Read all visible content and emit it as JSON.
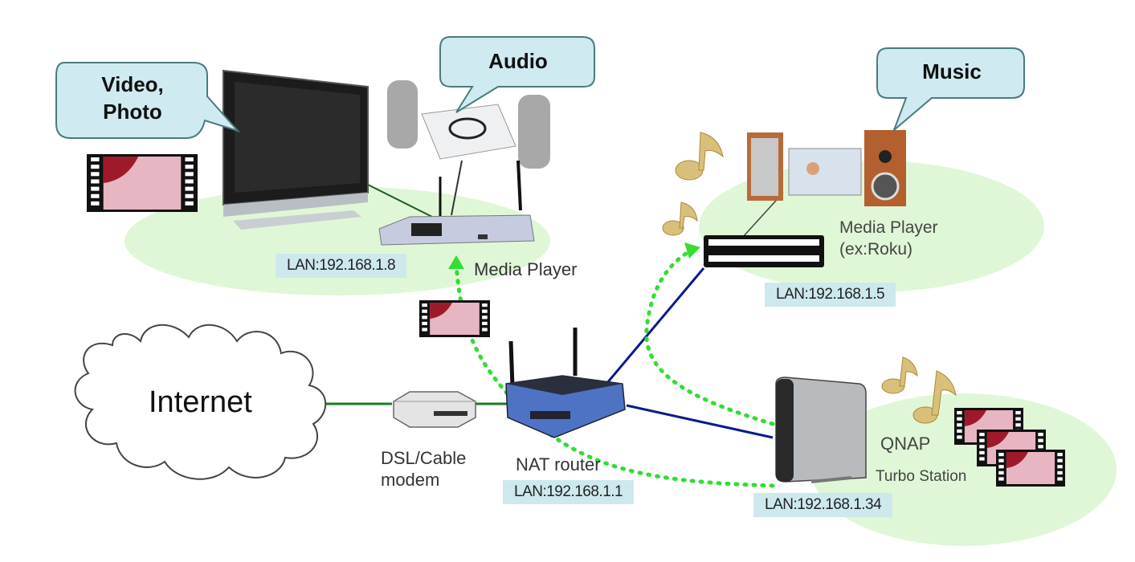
{
  "diagram": {
    "title": "Home media network",
    "colors": {
      "zone_fill": "#dff7d6",
      "bubble_fill": "#cfeaf0",
      "bubble_stroke": "#4a7a80",
      "wired_link_green": "#1e7a1e",
      "wired_link_blue": "#0a1a8c",
      "stream_dotted": "#33dd33",
      "lan_label_bg": "#cde9ee"
    },
    "bubbles": {
      "video": {
        "line1": "Video,",
        "line2": "Photo"
      },
      "audio": "Audio",
      "music": "Music"
    },
    "nodes": {
      "internet": {
        "label": "Internet",
        "icon": "cloud-icon"
      },
      "modem": {
        "label_line1": "DSL/Cable",
        "label_line2": "modem",
        "icon": "modem-icon"
      },
      "router": {
        "label": "NAT router",
        "lan": "LAN:192.168.1.1",
        "icon": "wireless-router-icon"
      },
      "media_player_1": {
        "label": "Media Player",
        "lan": "LAN:192.168.1.8",
        "icon": "media-player-icon"
      },
      "media_player_2": {
        "label_line1": "Media Player",
        "label_line2": "(ex:Roku)",
        "lan": "LAN:192.168.1.5",
        "icon": "roku-player-icon"
      },
      "nas": {
        "label_line1": "QNAP",
        "label_line2": "Turbo Station",
        "lan": "LAN:192.168.1.34",
        "icon": "nas-server-icon"
      },
      "tv": {
        "icon": "tv-icon"
      },
      "audio_system": {
        "icon": "audio-system-icon"
      },
      "stereo": {
        "icon": "stereo-speakers-icon"
      }
    },
    "links": [
      {
        "from": "internet",
        "to": "modem",
        "type": "wired"
      },
      {
        "from": "modem",
        "to": "router",
        "type": "wired"
      },
      {
        "from": "router",
        "to": "media_player_2",
        "type": "wired"
      },
      {
        "from": "router",
        "to": "nas",
        "type": "wired"
      },
      {
        "from": "nas",
        "to": "media_player_1",
        "type": "stream"
      },
      {
        "from": "nas",
        "to": "media_player_2",
        "type": "stream"
      }
    ]
  }
}
